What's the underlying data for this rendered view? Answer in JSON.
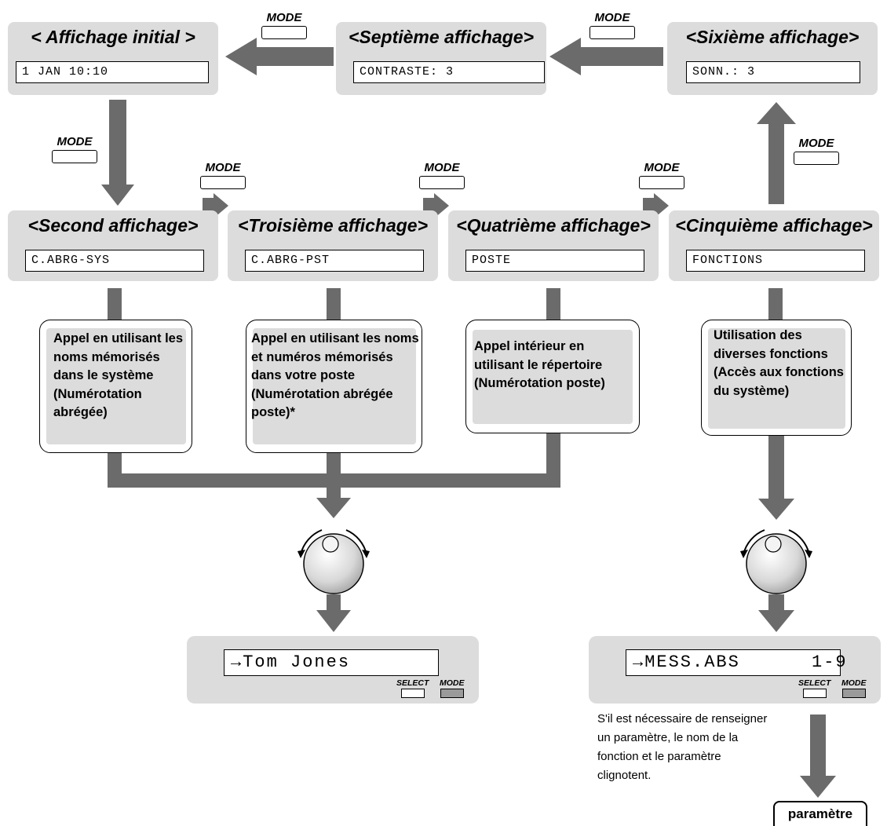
{
  "panels": {
    "initial": {
      "title": "< Affichage initial >",
      "lcd": "1 JAN 10:10"
    },
    "seventh": {
      "title": "<Septième affichage>",
      "lcd": "CONTRASTE: 3"
    },
    "sixth": {
      "title": "<Sixième affichage>",
      "lcd": "SONN.: 3"
    },
    "second": {
      "title": "<Second affichage>",
      "lcd": "C.ABRG-SYS"
    },
    "third": {
      "title": "<Troisième affichage>",
      "lcd": "C.ABRG-PST"
    },
    "fourth": {
      "title": "<Quatrième affichage>",
      "lcd": "POSTE"
    },
    "fifth": {
      "title": "<Cinquième affichage>",
      "lcd": "FONCTIONS"
    }
  },
  "mode_label": "MODE",
  "descriptions": {
    "second": "Appel en utilisant les noms mémorisés dans le système (Numérotation abrégée)",
    "third": "Appel en utilisant les noms et numéros mémorisés dans votre poste (Numérotation abrégée poste)*",
    "fourth": "Appel intérieur en utilisant le répertoire (Numérotation poste)",
    "fifth": "Utilisation des diverses fonctions (Accès aux fonctions du système)"
  },
  "results": {
    "left": {
      "lcd": "→Tom Jones"
    },
    "right": {
      "lcd": "→MESS.ABS      1-9"
    },
    "select_label": "SELECT",
    "mode_label": "MODE"
  },
  "note": "S'il est nécessaire de renseigner un paramètre, le nom de la fonction et le paramètre clignotent.",
  "param_label": "paramètre",
  "colors": {
    "panel": "#dcdcdc",
    "arrow": "#6b6b6b"
  }
}
